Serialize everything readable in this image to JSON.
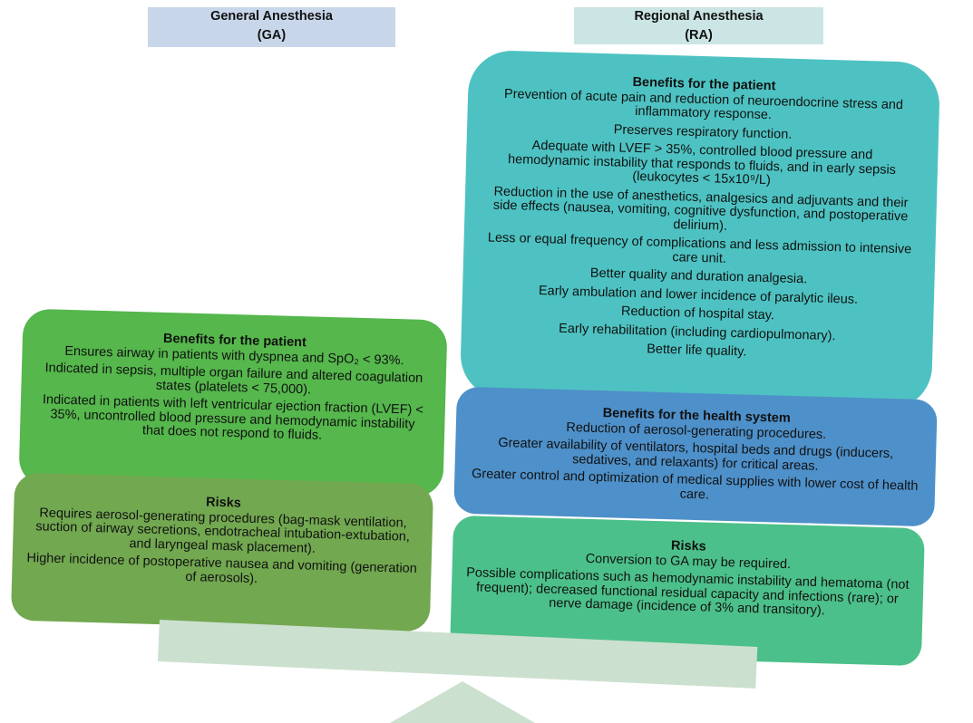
{
  "header_ga": {
    "line1": "General Anesthesia",
    "line2": "(GA)"
  },
  "header_ra": {
    "line1": "Regional Anesthesia",
    "line2": "(RA)"
  },
  "ra_benefits_patient": {
    "title": "Benefits for the patient",
    "items": [
      "Prevention of acute pain and reduction of neuroendocrine stress and inflammatory response.",
      "Preserves respiratory function.",
      "Adequate with LVEF > 35%, controlled blood pressure and hemodynamic instability that responds to fluids, and in early sepsis (leukocytes < 15x10⁹/L)",
      "Reduction in the use of anesthetics, analgesics and adjuvants and their side effects (nausea, vomiting, cognitive dysfunction, and postoperative delirium).",
      "Less or equal frequency of complications and less admission to intensive care unit.",
      "Better quality and duration analgesia.",
      "Early ambulation and lower incidence of paralytic ileus.",
      "Reduction of hospital stay.",
      "Early rehabilitation (including cardiopulmonary).",
      "Better life quality."
    ]
  },
  "ga_benefits_patient": {
    "title": "Benefits for the patient",
    "items": [
      "Ensures airway in patients with dyspnea and SpO₂ < 93%.",
      "Indicated in sepsis, multiple organ failure and altered coagulation states (platelets < 75,000).",
      "Indicated in patients with left ventricular ejection fraction (LVEF) < 35%, uncontrolled blood pressure and hemodynamic instability that does not respond to fluids."
    ]
  },
  "ga_risks": {
    "title": "Risks",
    "items": [
      "Requires aerosol-generating procedures (bag-mask ventilation, suction of airway secretions, endotracheal intubation-extubation, and laryngeal mask placement).",
      "Higher incidence of postoperative nausea and vomiting (generation of aerosols)."
    ]
  },
  "ra_benefits_health": {
    "title": "Benefits for the health system",
    "items": [
      "Reduction of aerosol-generating procedures.",
      "Greater availability of ventilators, hospital beds and drugs (inducers, sedatives, and relaxants) for critical areas.",
      "Greater control and optimization of medical supplies with lower cost of health care."
    ]
  },
  "ra_risks": {
    "title": "Risks",
    "items": [
      "Conversion to GA may be required.",
      "Possible complications such as hemodynamic instability and hematoma (not frequent); decreased functional residual capacity and infections (rare); or nerve damage (incidence of 3% and transitory)."
    ]
  },
  "colors": {
    "ga_header": "#c8d6ea",
    "ra_header": "#cbe5e4",
    "ra_benefits_patient": "#4ec2c2",
    "ga_benefits_patient": "#55b74c",
    "ga_risks": "#72a850",
    "ra_benefits_health": "#4e90c9",
    "ra_risks": "#4cc08a",
    "seesaw": "#cce0cf"
  }
}
